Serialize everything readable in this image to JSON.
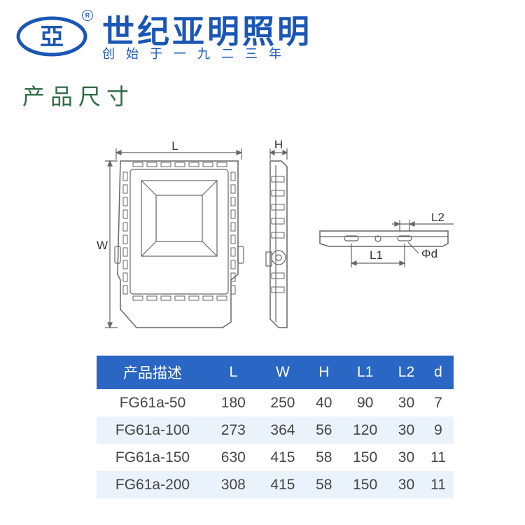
{
  "brand": {
    "logo_char": "亞",
    "registered_mark": "R",
    "name": "世纪亚明照明",
    "slogan": "创始于一九二三年"
  },
  "section_title": "产品尺寸",
  "drawing_labels": {
    "length": "L",
    "width": "W",
    "height": "H",
    "l1": "L1",
    "l2": "L2",
    "diameter": "Φd"
  },
  "colors": {
    "brand_blue": "#1a56b5",
    "header_blue": "#2a66c4",
    "title_green": "#2f6a46",
    "row_alt": "#eaf2fb"
  },
  "table": {
    "headers": [
      "产品描述",
      "L",
      "W",
      "H",
      "L1",
      "L2",
      "d"
    ],
    "rows": [
      [
        "FG61a-50",
        "180",
        "250",
        "40",
        "90",
        "30",
        "7"
      ],
      [
        "FG61a-100",
        "273",
        "364",
        "56",
        "120",
        "30",
        "9"
      ],
      [
        "FG61a-150",
        "630",
        "415",
        "58",
        "150",
        "30",
        "11"
      ],
      [
        "FG61a-200",
        "308",
        "415",
        "58",
        "150",
        "30",
        "11"
      ]
    ]
  }
}
